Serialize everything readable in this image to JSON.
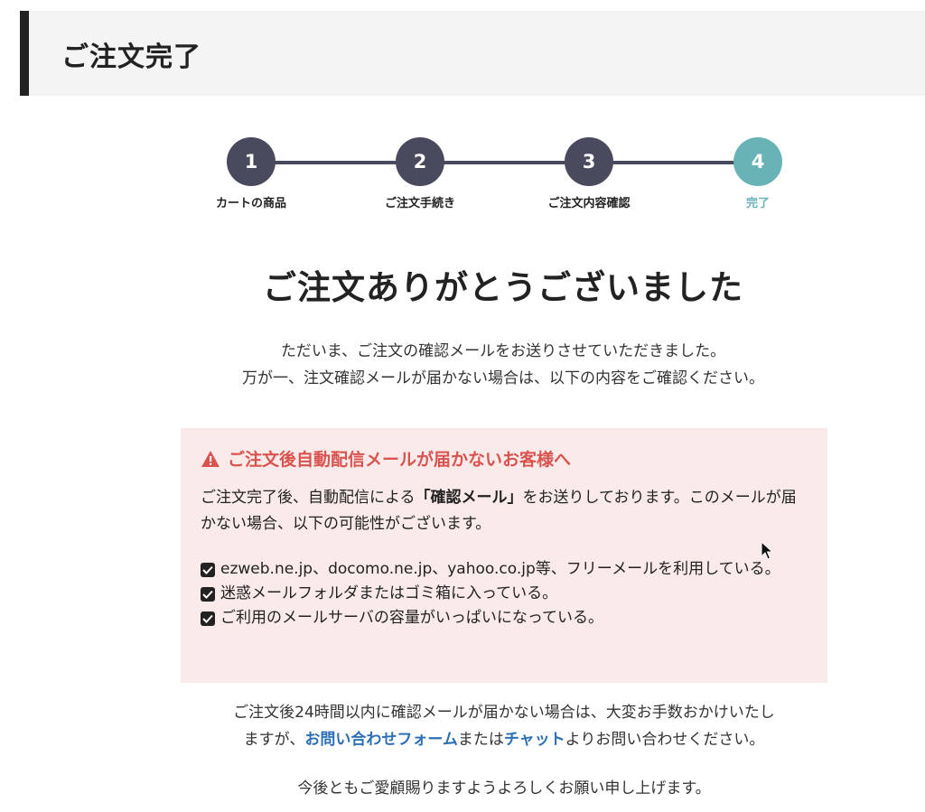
{
  "header": {
    "title": "ご注文完了"
  },
  "stepper": {
    "steps": [
      {
        "number": "1",
        "label": "カートの商品"
      },
      {
        "number": "2",
        "label": "ご注文手続き"
      },
      {
        "number": "3",
        "label": "ご注文内容確認"
      },
      {
        "number": "4",
        "label": "完了"
      }
    ],
    "active_step": 4,
    "colors": {
      "default": "#4a4a5e",
      "active": "#68b3b6"
    }
  },
  "main": {
    "title": "ご注文ありがとうございました",
    "intro_lines": [
      "ただいま、ご注文の確認メールをお送りさせていただきました。",
      "万が一、注文確認メールが届かない場合は、以下の内容をご確認ください。"
    ]
  },
  "alert": {
    "icon": "warning-triangle-icon",
    "title": "ご注文後自動配信メールが届かないお客様へ",
    "body_before": "ご注文完了後、自動配信による",
    "body_bold": "「確認メール」",
    "body_after": "をお送りしております。このメールが届かない場合、以下の可能性がございます。",
    "items": [
      "ezweb.ne.jp、docomo.ne.jp、yahoo.co.jp等、フリーメールを利用している。",
      "迷惑メールフォルダまたはゴミ箱に入っている。",
      "ご利用のメールサーバの容量がいっぱいになっている。"
    ],
    "colors": {
      "background": "#fbeaea",
      "title": "#d9534f"
    }
  },
  "followup": {
    "line1": "ご注文後24時間以内に確認メールが届かない場合は、大変お手数おかけいたし",
    "line2_prefix": "ますが、",
    "contact_form_link": "お問い合わせフォーム",
    "middle": "または",
    "chat_link": "チャット",
    "line2_suffix": "よりお問い合わせください。",
    "link_color": "#2d6fb7"
  },
  "closing": "今後ともご愛顧賜りますようよろしくお願い申し上げます。"
}
